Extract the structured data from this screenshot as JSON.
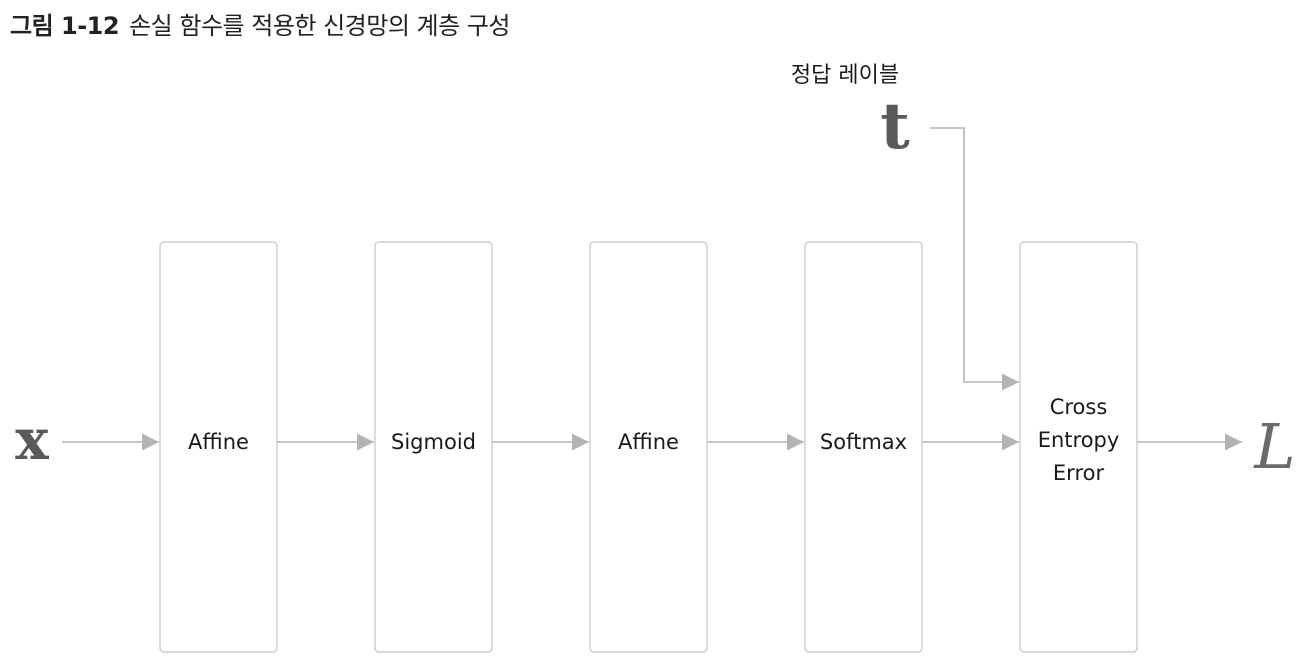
{
  "figure": {
    "number": "그림 1-12",
    "caption": "손실 함수를 적용한 신경망의 계층 구성"
  },
  "inputs": {
    "x": "x",
    "t": "t",
    "t_label": "정답 레이블"
  },
  "output": {
    "L": "L"
  },
  "layers": [
    {
      "lines": [
        "Affine"
      ]
    },
    {
      "lines": [
        "Sigmoid"
      ]
    },
    {
      "lines": [
        "Affine"
      ]
    },
    {
      "lines": [
        "Softmax"
      ]
    },
    {
      "lines": [
        "Cross",
        "Entropy",
        "Error"
      ]
    }
  ],
  "colors": {
    "box_stroke": "#c4c4c4",
    "arrow": "#b3b3b3",
    "variable": "#5a5a5a"
  }
}
